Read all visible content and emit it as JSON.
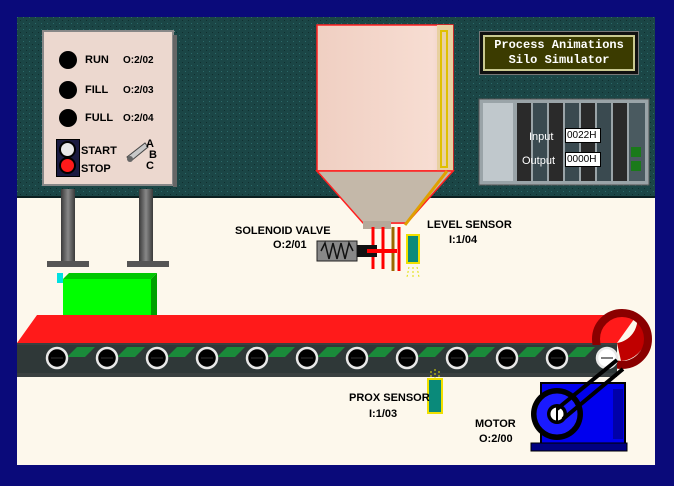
{
  "title": {
    "line1": "Process Animations",
    "line2": "Silo Simulator"
  },
  "panel": {
    "lamps": [
      {
        "label": "RUN",
        "address": "O:2/02"
      },
      {
        "label": "FILL",
        "address": "O:2/03"
      },
      {
        "label": "FULL",
        "address": "O:2/04"
      }
    ],
    "start_label": "START",
    "stop_label": "STOP",
    "selector_labels": [
      "A",
      "B",
      "C"
    ]
  },
  "plc": {
    "input_label": "Input",
    "input_value": "0022H",
    "output_label": "Output",
    "output_value": "0000H"
  },
  "devices": {
    "solenoid_valve": {
      "name": "SOLENOID VALVE",
      "address": "O:2/01"
    },
    "level_sensor": {
      "name": "LEVEL SENSOR",
      "address": "I:1/04"
    },
    "prox_sensor": {
      "name": "PROX SENSOR",
      "address": "I:1/03"
    },
    "motor": {
      "name": "MOTOR",
      "address": "O:2/00"
    }
  },
  "colors": {
    "frame": "#0a0a7a",
    "wall": "#1a4a4a",
    "floor": "#fdf8ec",
    "belt": "#ff1a1a",
    "box": "#00ff00",
    "silo": "#f5d5c8",
    "motor": "#0000ff"
  },
  "icons": [
    "start-stop-pushbutton-icon",
    "selector-switch-icon",
    "plc-rack-icon",
    "solenoid-spring-icon",
    "sensor-icon",
    "motor-icon"
  ]
}
